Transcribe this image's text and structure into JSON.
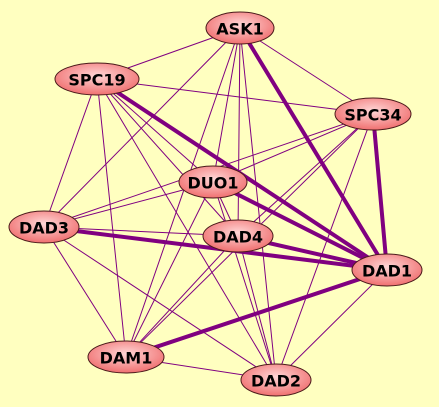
{
  "colors": {
    "background": "#FFFFC0",
    "edge": "#800080",
    "node_fill_light": "#FFD6D6",
    "node_fill_dark": "#F07070",
    "node_stroke": "#4A1A1A"
  },
  "nodes": [
    {
      "id": "ASK1",
      "label": "ASK1"
    },
    {
      "id": "SPC19",
      "label": "SPC19"
    },
    {
      "id": "SPC34",
      "label": "SPC34"
    },
    {
      "id": "DUO1",
      "label": "DUO1"
    },
    {
      "id": "DAD3",
      "label": "DAD3"
    },
    {
      "id": "DAD4",
      "label": "DAD4"
    },
    {
      "id": "DAD1",
      "label": "DAD1"
    },
    {
      "id": "DAM1",
      "label": "DAM1"
    },
    {
      "id": "DAD2",
      "label": "DAD2"
    }
  ],
  "edges": [
    {
      "source": "ASK1",
      "target": "SPC19",
      "weight": "thin"
    },
    {
      "source": "ASK1",
      "target": "SPC34",
      "weight": "thin"
    },
    {
      "source": "ASK1",
      "target": "DUO1",
      "weight": "thin"
    },
    {
      "source": "ASK1",
      "target": "DAD3",
      "weight": "thin"
    },
    {
      "source": "ASK1",
      "target": "DAD4",
      "weight": "thin"
    },
    {
      "source": "ASK1",
      "target": "DAM1",
      "weight": "thin"
    },
    {
      "source": "ASK1",
      "target": "DAD2",
      "weight": "thin"
    },
    {
      "source": "ASK1",
      "target": "DAD1",
      "weight": "thick"
    },
    {
      "source": "SPC19",
      "target": "SPC34",
      "weight": "thin"
    },
    {
      "source": "SPC19",
      "target": "DUO1",
      "weight": "thin"
    },
    {
      "source": "SPC19",
      "target": "DAD3",
      "weight": "thin"
    },
    {
      "source": "SPC19",
      "target": "DAD4",
      "weight": "thin"
    },
    {
      "source": "SPC19",
      "target": "DAM1",
      "weight": "thin"
    },
    {
      "source": "SPC19",
      "target": "DAD2",
      "weight": "thin"
    },
    {
      "source": "SPC19",
      "target": "DAD1",
      "weight": "thick"
    },
    {
      "source": "SPC34",
      "target": "DUO1",
      "weight": "thin"
    },
    {
      "source": "SPC34",
      "target": "DAD3",
      "weight": "thin"
    },
    {
      "source": "SPC34",
      "target": "DAD4",
      "weight": "thin"
    },
    {
      "source": "SPC34",
      "target": "DAM1",
      "weight": "thin"
    },
    {
      "source": "SPC34",
      "target": "DAD2",
      "weight": "thin"
    },
    {
      "source": "SPC34",
      "target": "DAD1",
      "weight": "thick"
    },
    {
      "source": "DUO1",
      "target": "DAD3",
      "weight": "thin"
    },
    {
      "source": "DUO1",
      "target": "DAD4",
      "weight": "thin"
    },
    {
      "source": "DUO1",
      "target": "DAM1",
      "weight": "thin"
    },
    {
      "source": "DUO1",
      "target": "DAD2",
      "weight": "thin"
    },
    {
      "source": "DUO1",
      "target": "DAD1",
      "weight": "thick"
    },
    {
      "source": "DAD3",
      "target": "DAD4",
      "weight": "thin"
    },
    {
      "source": "DAD3",
      "target": "DAM1",
      "weight": "thin"
    },
    {
      "source": "DAD3",
      "target": "DAD2",
      "weight": "thin"
    },
    {
      "source": "DAD3",
      "target": "DAD1",
      "weight": "thick"
    },
    {
      "source": "DAD4",
      "target": "DAM1",
      "weight": "thin"
    },
    {
      "source": "DAD4",
      "target": "DAD2",
      "weight": "thin"
    },
    {
      "source": "DAD4",
      "target": "DAD1",
      "weight": "thick"
    },
    {
      "source": "DAM1",
      "target": "DAD2",
      "weight": "thin"
    },
    {
      "source": "DAM1",
      "target": "DAD1",
      "weight": "thick"
    },
    {
      "source": "DAD2",
      "target": "DAD1",
      "weight": "thin"
    }
  ]
}
